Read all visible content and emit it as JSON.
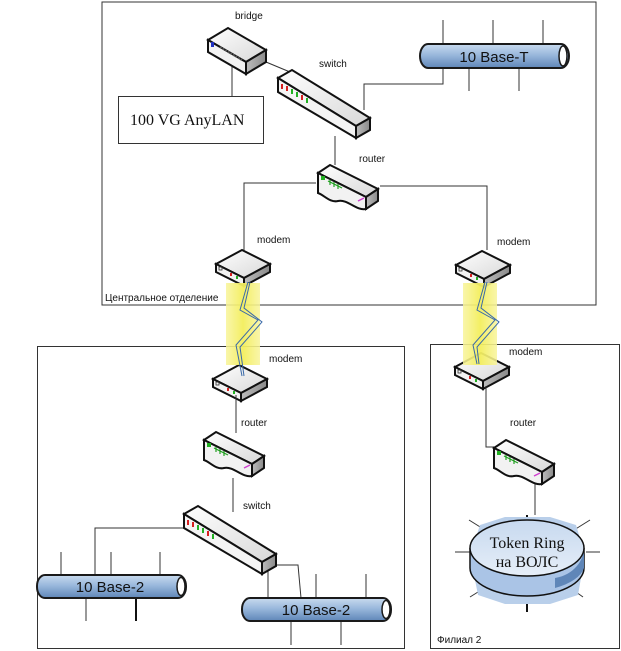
{
  "zones": {
    "central": "Центральное отделение",
    "branch2": "Филиал 2",
    "branch1": ""
  },
  "devices": {
    "bridge": "bridge",
    "switch_central": "switch",
    "router_central": "router",
    "modem_central_left": "modem",
    "modem_central_right": "modem",
    "modem_branch1": "modem",
    "router_branch1": "router",
    "switch_branch1": "switch",
    "modem_branch2": "modem",
    "router_branch2": "router"
  },
  "networks": {
    "anylan": "100 VG AnyLAN",
    "base_t": "10 Base-T",
    "base2_left": "10 Base-2",
    "base2_right": "10 Base-2",
    "token_ring_line1": "Token Ring",
    "token_ring_line2": "на ВОЛС"
  },
  "colors": {
    "bus_fill": "#8fb0d6",
    "bus_stroke": "#1a1a1a",
    "ring_fill": "#aac4e6",
    "link_glow": "#f5f07a",
    "led_red": "#d62020",
    "led_green": "#22b022",
    "led_blue": "#2030c0"
  }
}
